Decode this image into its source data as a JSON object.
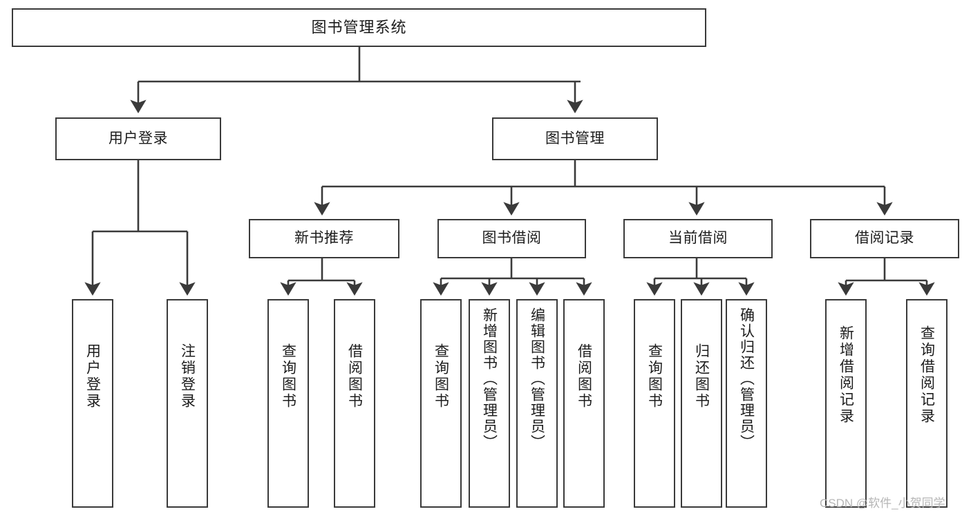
{
  "diagram": {
    "title": "图书管理系统",
    "watermark": "CSDN @软件_小贺同学",
    "colors": {
      "box_border": "#3a3a3a",
      "box_fill": "#ffffff",
      "connector": "#3a3a3a",
      "text": "#1c1c1c",
      "watermark": "#b6b6b6",
      "background": "#ffffff"
    },
    "levels": {
      "root": {
        "label": "图书管理系统"
      },
      "level2": [
        {
          "label": "用户登录"
        },
        {
          "label": "图书管理"
        }
      ],
      "level3": [
        {
          "label": "新书推荐"
        },
        {
          "label": "图书借阅"
        },
        {
          "label": "当前借阅"
        },
        {
          "label": "借阅记录"
        }
      ],
      "leaves_user_login": [
        {
          "label": "用户登录"
        },
        {
          "label": "注销登录"
        }
      ],
      "leaves_new_books": [
        {
          "label": "查询图书"
        },
        {
          "label": "借阅图书"
        }
      ],
      "leaves_borrow": [
        {
          "label": "查询图书"
        },
        {
          "label": "新增图书（管理员）"
        },
        {
          "label": "编辑图书（管理员）"
        },
        {
          "label": "借阅图书"
        }
      ],
      "leaves_current": [
        {
          "label": "查询图书"
        },
        {
          "label": "归还图书"
        },
        {
          "label": "确认归还（管理员）"
        }
      ],
      "leaves_records": [
        {
          "label": "新增借阅记录"
        },
        {
          "label": "查询借阅记录"
        }
      ]
    }
  }
}
